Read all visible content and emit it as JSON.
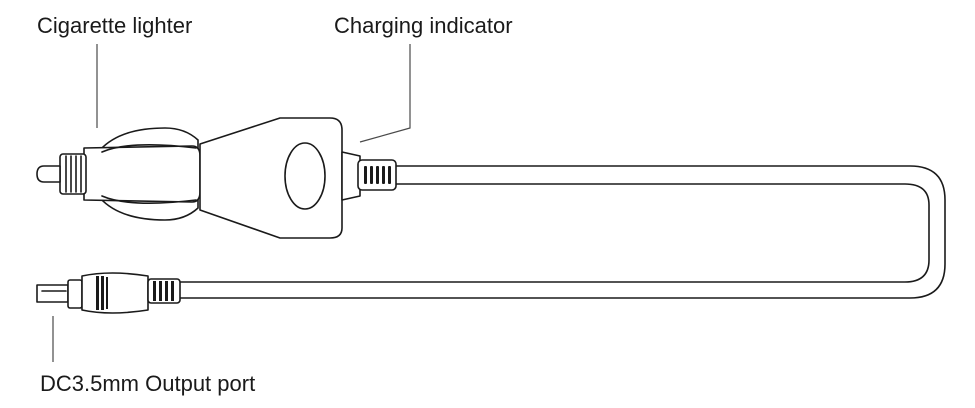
{
  "labels": {
    "cigarette_lighter": "Cigarette lighter",
    "charging_indicator": "Charging indicator",
    "output_port": "DC3.5mm Output port"
  },
  "colors": {
    "line": "#1a1a1a",
    "background": "#ffffff"
  }
}
